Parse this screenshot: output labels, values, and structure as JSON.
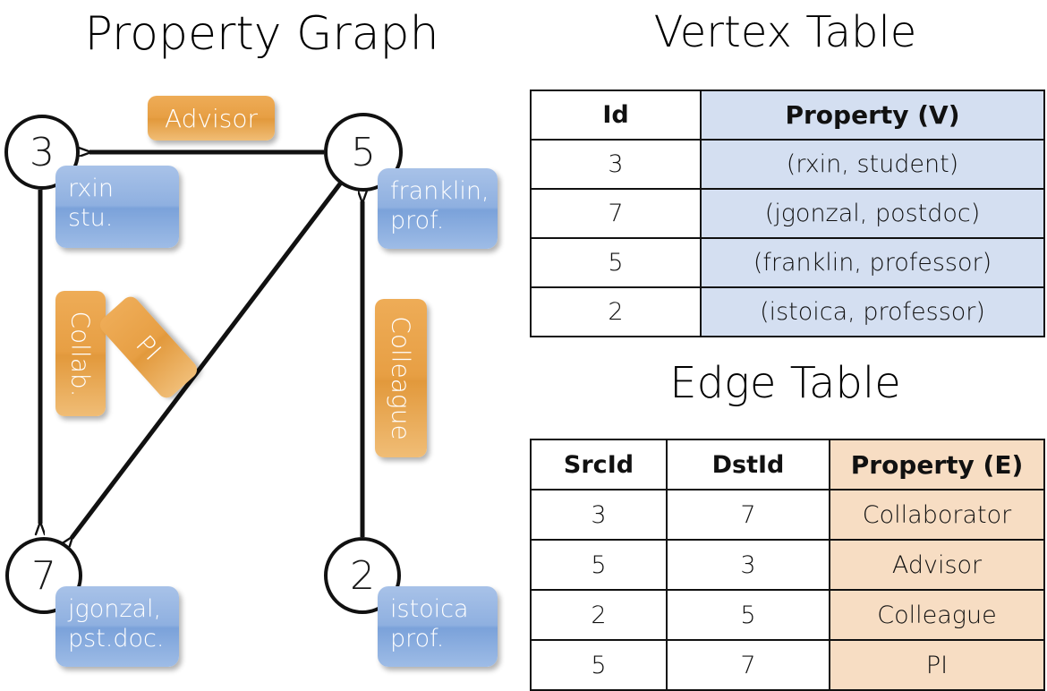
{
  "titles": {
    "graph": "Property Graph",
    "vertex_table": "Vertex Table",
    "edge_table": "Edge Table"
  },
  "graph": {
    "nodes": [
      {
        "id": "3",
        "property": "rxin\nstu."
      },
      {
        "id": "5",
        "property": "franklin,\nprof."
      },
      {
        "id": "7",
        "property": "jgonzal,\npst.doc."
      },
      {
        "id": "2",
        "property": "istoica\nprof."
      }
    ],
    "node_labels": {
      "n3": "3",
      "n5": "5",
      "n7": "7",
      "n2": "2"
    },
    "property_boxes": {
      "rxin_line1": "rxin",
      "rxin_line2": "stu.",
      "franklin_line1": "franklin,",
      "franklin_line2": "prof.",
      "jgonzal_line1": "jgonzal,",
      "jgonzal_line2": "pst.doc.",
      "istoica_line1": "istoica",
      "istoica_line2": "prof."
    },
    "edge_labels": {
      "advisor": "Advisor",
      "collab": "Collab.",
      "pi": "PI",
      "colleague": "Colleague"
    },
    "edges": [
      {
        "src": "5",
        "dst": "3",
        "label": "Advisor"
      },
      {
        "src": "3",
        "dst": "7",
        "label": "Collab."
      },
      {
        "src": "5",
        "dst": "7",
        "label": "PI"
      },
      {
        "src": "2",
        "dst": "5",
        "label": "Colleague"
      }
    ]
  },
  "vertex_table": {
    "headers": [
      "Id",
      "Property (V)"
    ],
    "rows": [
      {
        "id": "3",
        "property": "(rxin, student)"
      },
      {
        "id": "7",
        "property": "(jgonzal, postdoc)"
      },
      {
        "id": "5",
        "property": "(franklin, professor)"
      },
      {
        "id": "2",
        "property": "(istoica, professor)"
      }
    ]
  },
  "edge_table": {
    "headers": [
      "SrcId",
      "DstId",
      "Property (E)"
    ],
    "rows": [
      {
        "src": "3",
        "dst": "7",
        "property": "Collaborator"
      },
      {
        "src": "5",
        "dst": "3",
        "property": "Advisor"
      },
      {
        "src": "2",
        "dst": "5",
        "property": "Colleague"
      },
      {
        "src": "5",
        "dst": "7",
        "property": "PI"
      }
    ]
  },
  "colors": {
    "vertex_property_cell": "#d4dff1",
    "edge_property_cell": "#f7ddc3",
    "node_property_box": "#8fb0e0",
    "edge_label_box": "#e79f44",
    "stroke": "#111111",
    "background": "#ffffff"
  }
}
